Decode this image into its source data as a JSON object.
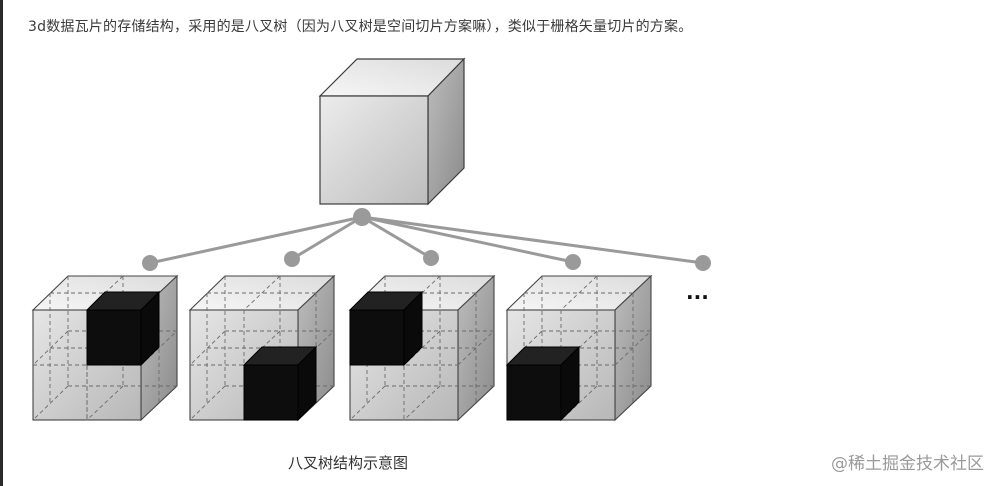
{
  "intro_text": "3d数据瓦片的存储结构，采用的是八叉树（因为八叉树是空间切片方案嘛），类似于栅格矢量切片的方案。",
  "diagram": {
    "caption": "八叉树结构示意图",
    "ellipsis": "···",
    "colors": {
      "cube_front": "#d6d6d6",
      "cube_top": "#eeeeee",
      "cube_side": "#a9a9a9",
      "edge": "#3c3c3c",
      "connector": "#9a9a9a",
      "filled_octant": "#0d0d0d"
    }
  },
  "watermark": "@稀土掘金技术社区"
}
